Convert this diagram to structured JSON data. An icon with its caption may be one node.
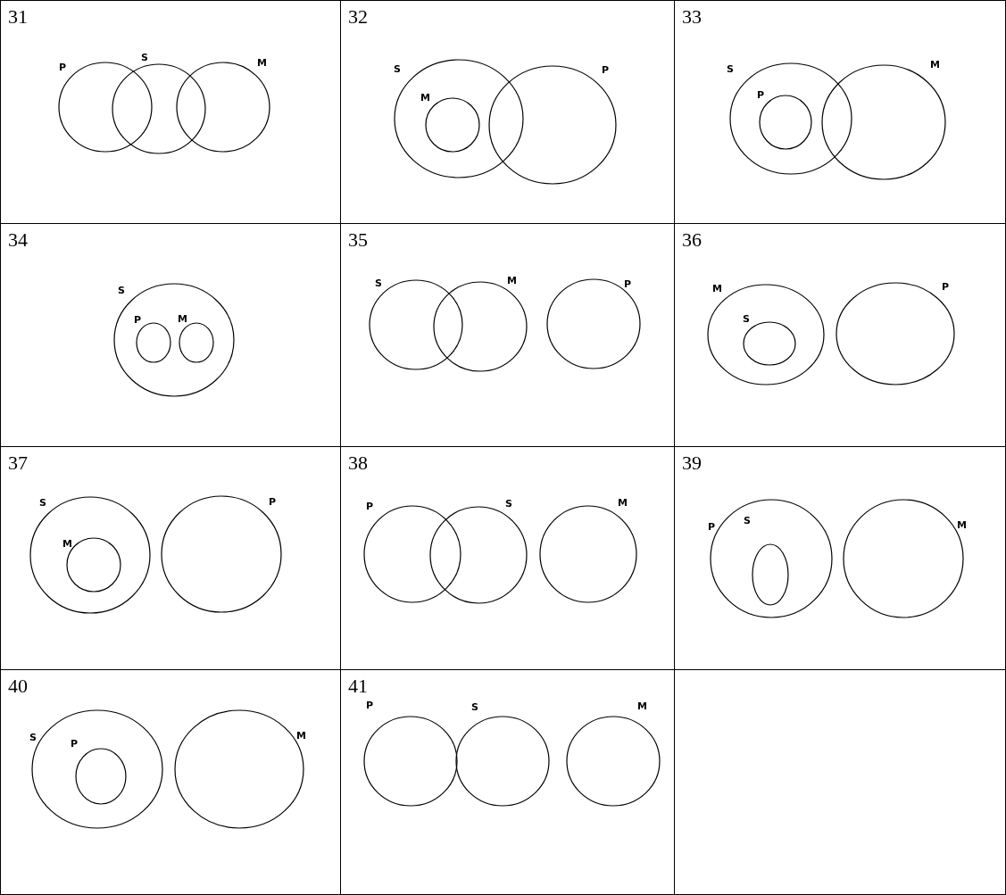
{
  "diagram": {
    "nodes": [
      {
        "text": [
          "31"
        ]
      },
      {
        "text": [
          "P"
        ],
        "in": 0
      },
      {
        "text": [
          "S"
        ],
        "in": 0
      },
      {
        "text": [
          "M"
        ],
        "in": 0
      },
      {
        "text": [
          "32"
        ]
      },
      {
        "text": [
          "S"
        ],
        "in": 4
      },
      {
        "text": [
          "M"
        ],
        "in": 5
      },
      {
        "text": [
          "P"
        ],
        "in": 4
      },
      {
        "text": [
          "33"
        ]
      },
      {
        "text": [
          "S"
        ],
        "in": 8
      },
      {
        "text": [
          "P"
        ],
        "in": 9
      },
      {
        "text": [
          "M"
        ],
        "in": 8
      },
      {
        "text": [
          "34"
        ]
      },
      {
        "text": [
          "S"
        ],
        "in": 12
      },
      {
        "text": [
          "P"
        ],
        "in": 13
      },
      {
        "text": [
          "M"
        ],
        "in": 13
      },
      {
        "text": [
          "35"
        ]
      },
      {
        "text": [
          "S"
        ],
        "in": 16
      },
      {
        "text": [
          "M"
        ],
        "in": 16
      },
      {
        "text": [
          "P"
        ],
        "in": 16
      },
      {
        "text": [
          "36"
        ]
      },
      {
        "text": [
          "M"
        ],
        "in": 20
      },
      {
        "text": [
          "S"
        ],
        "in": 21
      },
      {
        "text": [
          "P"
        ],
        "in": 20
      },
      {
        "text": [
          "37"
        ]
      },
      {
        "text": [
          "S"
        ],
        "in": 24
      },
      {
        "text": [
          "M"
        ],
        "in": 25
      },
      {
        "text": [
          "P"
        ],
        "in": 24
      },
      {
        "text": [
          "38"
        ]
      },
      {
        "text": [
          "P"
        ],
        "in": 28
      },
      {
        "text": [
          "S"
        ],
        "in": 28
      },
      {
        "text": [
          "M"
        ],
        "in": 28
      },
      {
        "text": [
          "39"
        ]
      },
      {
        "text": [
          "P"
        ],
        "in": 32
      },
      {
        "text": [
          "S"
        ],
        "in": 33
      },
      {
        "text": [
          "M"
        ],
        "in": 32
      },
      {
        "text": [
          "40"
        ]
      },
      {
        "text": [
          "S"
        ],
        "in": 36
      },
      {
        "text": [
          "P"
        ],
        "in": 37
      },
      {
        "text": [
          "M"
        ],
        "in": 36
      },
      {
        "text": [
          "41"
        ]
      },
      {
        "text": [
          "P"
        ],
        "in": 40
      },
      {
        "text": [
          "S"
        ],
        "in": 40
      },
      {
        "text": [
          "M"
        ],
        "in": 40
      },
      {
        "text": [],
        "shape": "box"
      }
    ]
  }
}
